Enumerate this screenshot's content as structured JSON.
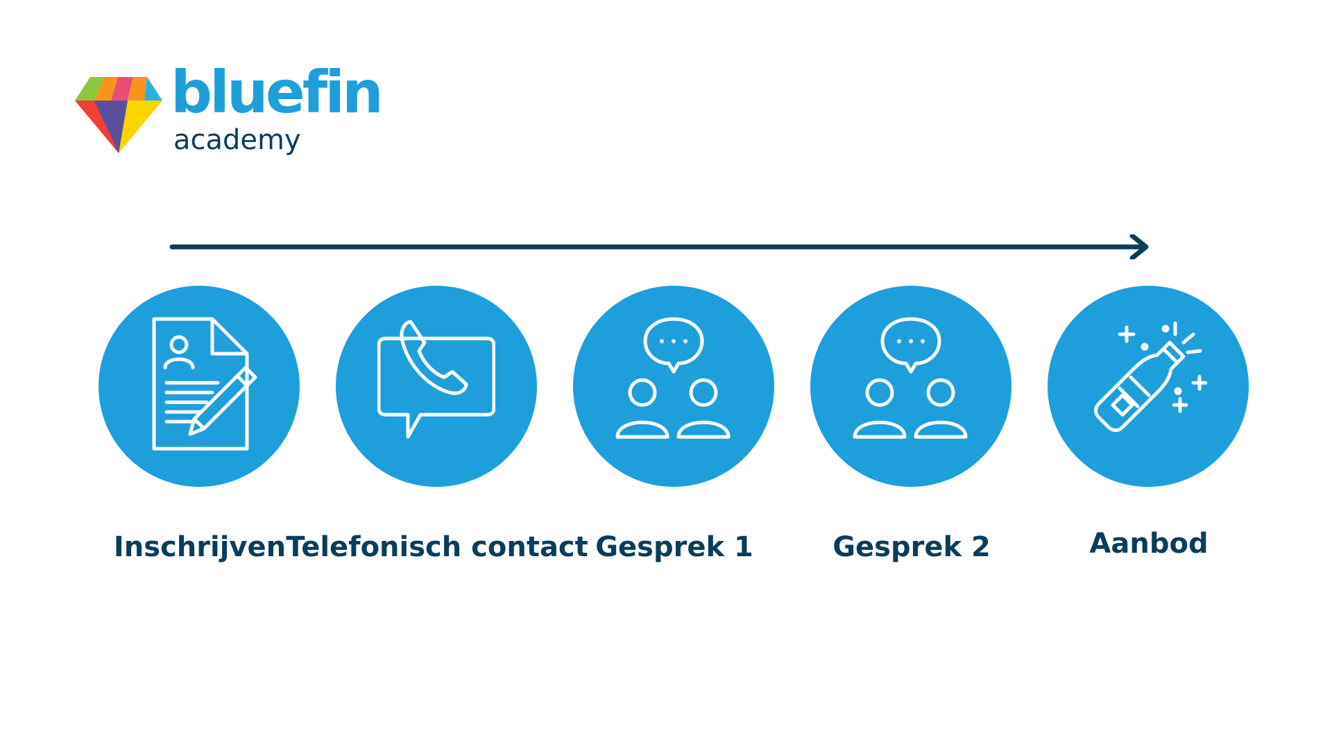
{
  "colors": {
    "brand": "#1f9edc",
    "dark": "#0b3d5b",
    "gem": [
      "#8dc63f",
      "#f7941d",
      "#e94e77",
      "#ee4036",
      "#5c4e9e",
      "#fdd400",
      "#27b2e6"
    ]
  },
  "logo": {
    "wordmark": "bluefin",
    "subtitle": "academy",
    "icon": "gem-icon"
  },
  "timeline": {
    "icon": "arrow-right-icon"
  },
  "steps": [
    {
      "label": "Inschrijven",
      "icon": "document-signing-icon"
    },
    {
      "label": "Telefonisch contact",
      "icon": "phone-chat-icon"
    },
    {
      "label": "Gesprek 1",
      "icon": "conversation-people-icon"
    },
    {
      "label": "Gesprek 2",
      "icon": "conversation-people-icon"
    },
    {
      "label": "Aanbod",
      "icon": "champagne-celebration-icon"
    }
  ]
}
